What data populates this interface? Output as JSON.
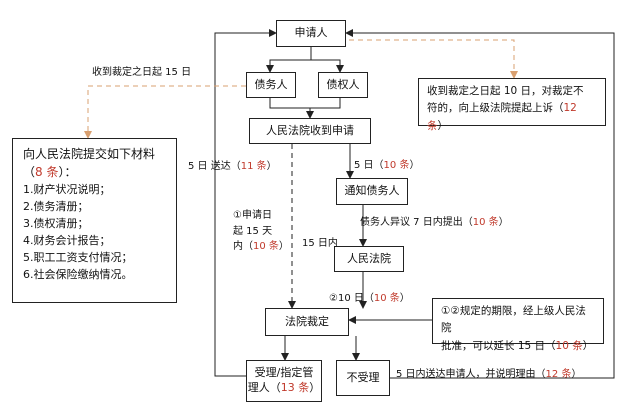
{
  "colors": {
    "ink": "#222222",
    "accent": "#c0392b",
    "dashed_link": "#d9a070"
  },
  "nodes": {
    "applicant": "申请人",
    "debtor": "债务人",
    "creditor": "债权人",
    "court_receives": "人民法院收到申请",
    "notify_debtor": "通知债务人",
    "court": "人民法院",
    "ruling": "法院裁定",
    "accept_line1": "受理/指定管",
    "accept_line2_prefix": "理人（",
    "accept_line2_ref": "13 条",
    "accept_line2_suffix": "）",
    "reject": "不受理"
  },
  "materials": {
    "title_line1": "向人民法院提交如下材料",
    "title_line2_prefix": "（",
    "title_line2_ref": "8 条",
    "title_line2_suffix": "）：",
    "items": [
      "1.财产状况说明；",
      "2.债务清册；",
      "3.债权清册；",
      "4.财务会计报告；",
      "5.职工工资支付情况；",
      "6.社会保险缴纳情况。"
    ]
  },
  "appeal_note": {
    "line1": "收到裁定之日起 10 日，对裁定不",
    "line2_prefix": "符的，向上级法院提起上诉（",
    "line2_ref": "12 条",
    "line2_suffix": "）"
  },
  "extension_note": {
    "line1": "①②规定的期限，经上级人民法院",
    "line2_prefix": "批准，可以延长 15 日（",
    "line2_ref": "10 条",
    "line2_suffix": "）"
  },
  "labels": {
    "fifteen_days_receipt": "收到裁定之日起 15 日",
    "five_days_delivery_prefix": "5 日   送达（",
    "five_days_delivery_ref": "11 条",
    "five_days_delivery_suffix": "）",
    "rule1_line1": "①申请日",
    "rule1_line2": "起   15   天",
    "rule1_line3_prefix": "内（",
    "rule1_line3_ref": "10 条",
    "rule1_line3_suffix": "）",
    "five_days_notify_prefix": "5 日（",
    "five_days_notify_ref": "10 条",
    "five_days_notify_suffix": "）",
    "objection_prefix": "债务人异议 7 日内提出（",
    "objection_ref": "10 条",
    "objection_suffix": "）",
    "within_15_days": "15 日内",
    "rule2_prefix": "②10 日（",
    "rule2_ref": "10 条",
    "rule2_suffix": "）",
    "reject_delivery_prefix": "5 日内送达申请人，并说明理由（",
    "reject_delivery_ref": "12 条",
    "reject_delivery_suffix": "）"
  }
}
